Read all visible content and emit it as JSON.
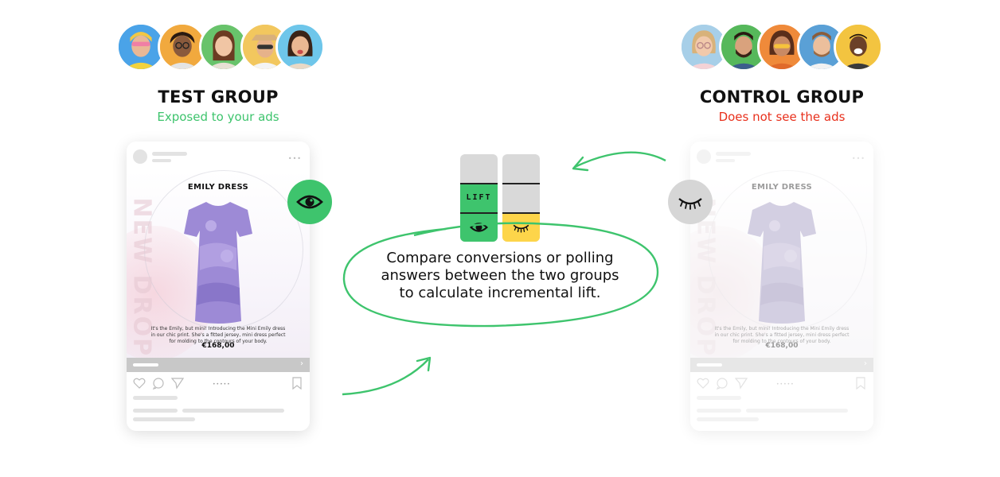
{
  "test_group": {
    "title": "TEST GROUP",
    "subtitle": "Exposed to your ads",
    "subtitle_color": "#3ec46d"
  },
  "control_group": {
    "title": "CONTROL GROUP",
    "subtitle": "Does not see the ads",
    "subtitle_color": "#e8301c"
  },
  "ad": {
    "product_name": "EMILY DRESS",
    "background_text": "NEW DROP",
    "description": "It's the Emily, but mini! Introducing the Mini Emily dress in our chic print. She's a fitted jersey, mini dress perfect for molding to the contours of your body.",
    "price": "€168,00"
  },
  "meter": {
    "label": "LIFT",
    "exposed_icon": "eye-open-icon",
    "unexposed_icon": "eye-closed-icon"
  },
  "center_text": {
    "line1": "Compare conversions or polling",
    "line2": "answers between the two groups",
    "line3": "to calculate incremental lift."
  },
  "colors": {
    "green": "#3ec46d",
    "yellow": "#fdd54a",
    "gray": "#d9d9d9",
    "red": "#e8301c",
    "badge_gray": "#d6d6d6",
    "dress": "#9d8ad6"
  },
  "icons": {
    "test_badge": "eye-open-icon",
    "control_badge": "eye-closed-icon"
  }
}
